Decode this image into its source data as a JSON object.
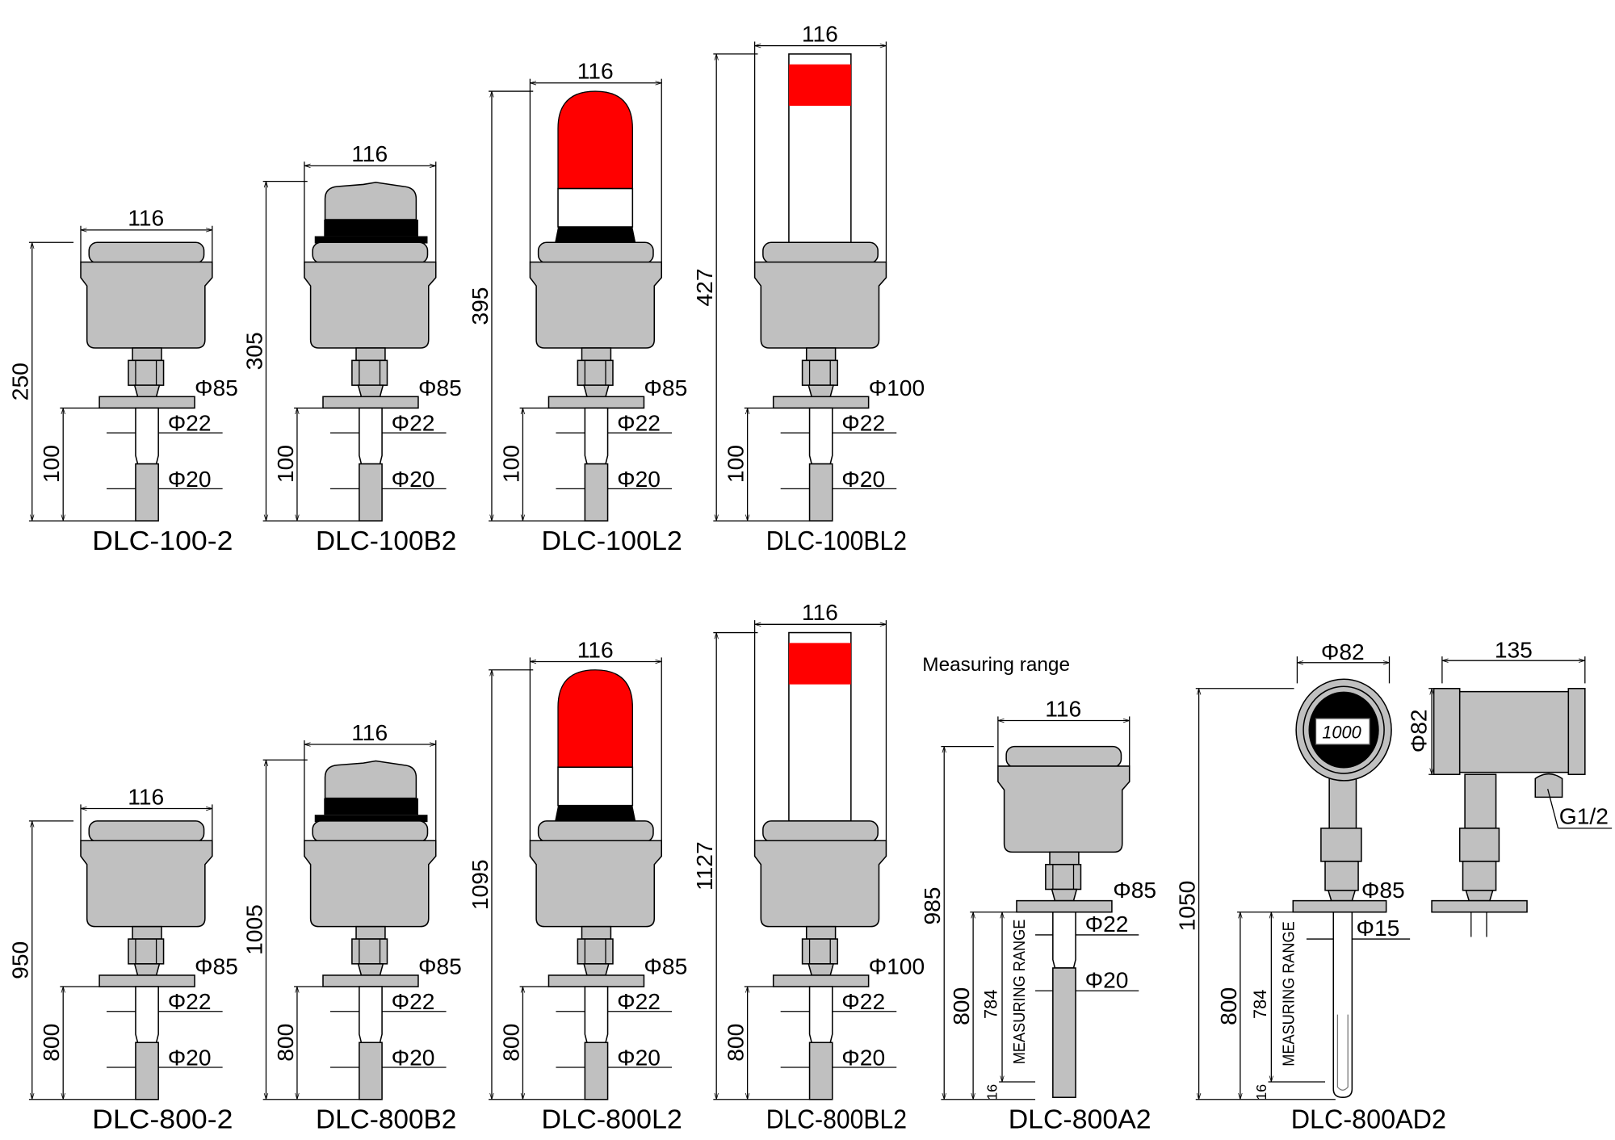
{
  "colors": {
    "body": "#c0c0c0",
    "lamp": "#ff0000",
    "black": "#000000",
    "display_digits": "#ff0000"
  },
  "note": "Measuring range",
  "models": [
    {
      "name": "DLC-100-2",
      "top": "plain",
      "width": "116",
      "height": "250",
      "insertion": "100",
      "flange": "Φ85",
      "rod_upper": "Φ22",
      "rod_lower": "Φ20"
    },
    {
      "name": "DLC-100B2",
      "top": "bell",
      "width": "116",
      "height": "305",
      "insertion": "100",
      "flange": "Φ85",
      "rod_upper": "Φ22",
      "rod_lower": "Φ20"
    },
    {
      "name": "DLC-100L2",
      "top": "lamp",
      "width": "116",
      "height": "395",
      "insertion": "100",
      "flange": "Φ85",
      "rod_upper": "Φ22",
      "rod_lower": "Φ20"
    },
    {
      "name": "DLC-100BL2",
      "top": "tower",
      "width": "116",
      "height": "427",
      "insertion": "100",
      "flange": "Φ100",
      "rod_upper": "Φ22",
      "rod_lower": "Φ20"
    },
    {
      "name": "DLC-800-2",
      "top": "plain",
      "width": "116",
      "height": "950",
      "insertion": "800",
      "flange": "Φ85",
      "rod_upper": "Φ22",
      "rod_lower": "Φ20"
    },
    {
      "name": "DLC-800B2",
      "top": "bell",
      "width": "116",
      "height": "1005",
      "insertion": "800",
      "flange": "Φ85",
      "rod_upper": "Φ22",
      "rod_lower": "Φ20"
    },
    {
      "name": "DLC-800L2",
      "top": "lamp",
      "width": "116",
      "height": "1095",
      "insertion": "800",
      "flange": "Φ85",
      "rod_upper": "Φ22",
      "rod_lower": "Φ20"
    },
    {
      "name": "DLC-800BL2",
      "top": "tower",
      "width": "116",
      "height": "1127",
      "insertion": "800",
      "flange": "Φ100",
      "rod_upper": "Φ22",
      "rod_lower": "Φ20"
    }
  ],
  "a2": {
    "name": "DLC-800A2",
    "width": "116",
    "height": "985",
    "insertion": "800",
    "range": "784",
    "dead_zone": "16",
    "range_label": "MEASURING RANGE",
    "flange": "Φ85",
    "rod_upper": "Φ22",
    "rod_lower": "Φ20"
  },
  "ad2": {
    "name": "DLC-800AD2",
    "housing_dia": "Φ82",
    "height": "1050",
    "insertion": "800",
    "range": "784",
    "dead_zone": "16",
    "range_label": "MEASURING RANGE",
    "flange": "Φ85",
    "tube": "Φ15",
    "display": "1000",
    "side_length": "135",
    "side_dia": "Φ82",
    "port": "G1/2"
  }
}
